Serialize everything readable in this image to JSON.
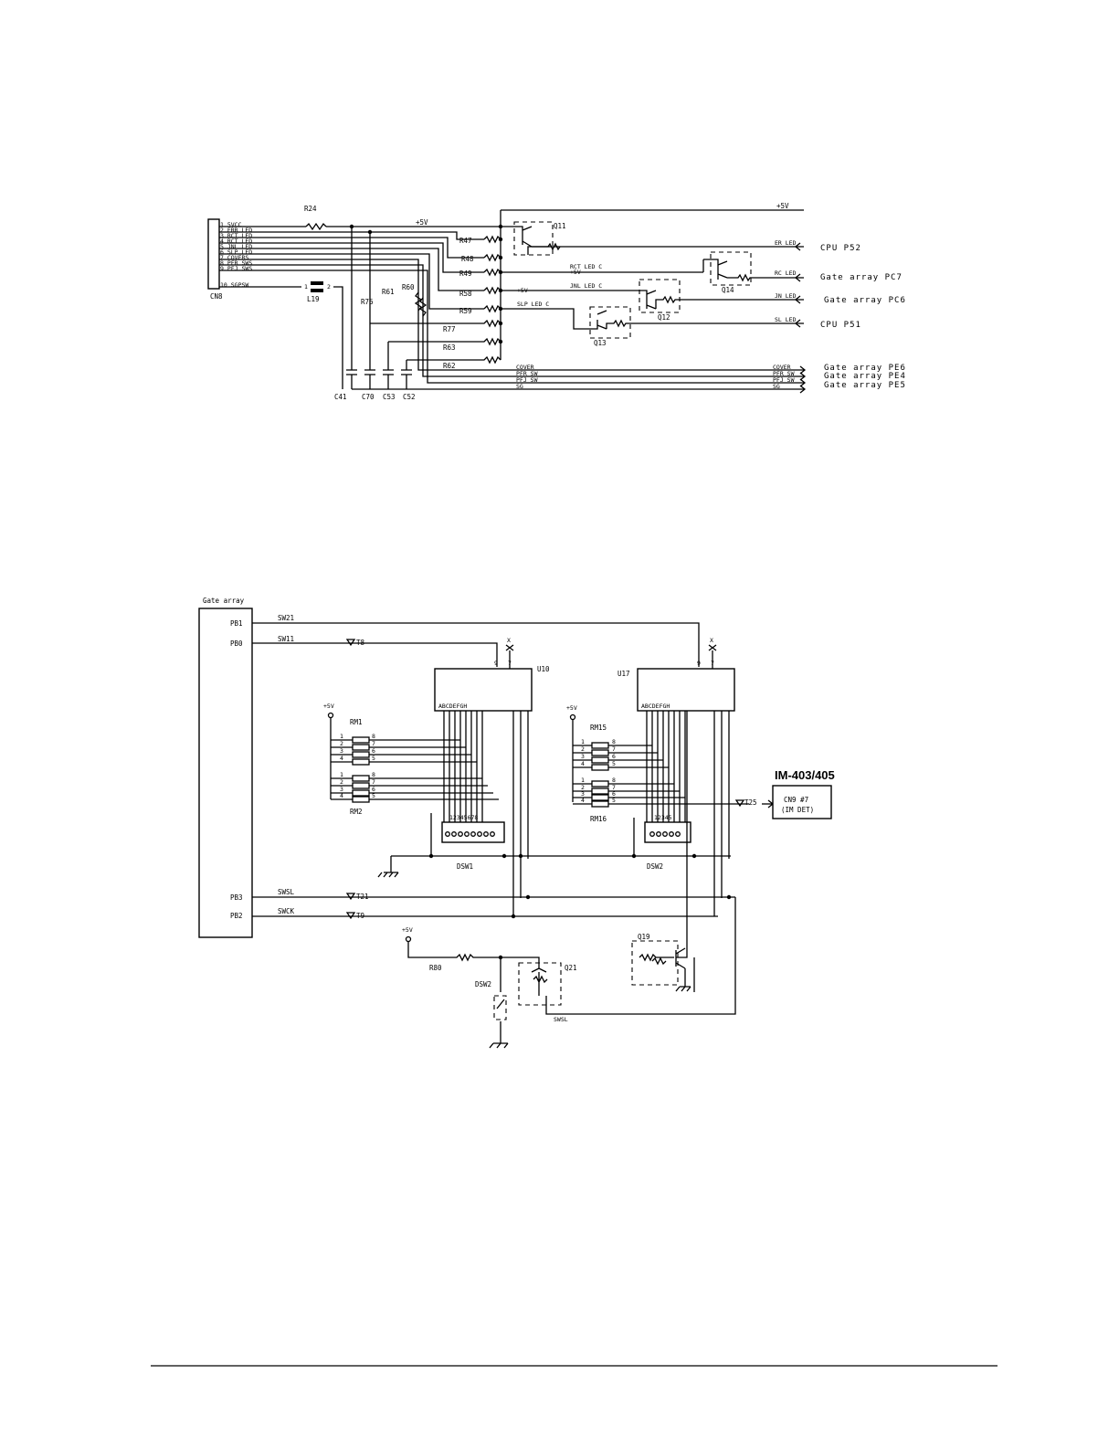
{
  "diagram1": {
    "connector": {
      "name": "CN8",
      "pins": [
        "1 5VCC",
        "2 ERR LED",
        "3 RCT LED",
        "4 RCT LED",
        "5 JNL LED",
        "6 SLP LED",
        "7 COVERS",
        "8 PFR SWS",
        "9 PFJ SWS",
        "10 SGPSW"
      ]
    },
    "inductor": "L19",
    "inductor_pins": [
      "1",
      "2"
    ],
    "resistors": [
      "R24",
      "R76",
      "R61",
      "R60",
      "R47",
      "R48",
      "R49",
      "R58",
      "R59",
      "R77",
      "R63",
      "R62"
    ],
    "capacitors": [
      "C41",
      "C70",
      "C53",
      "C52"
    ],
    "transistors": [
      "Q11",
      "Q12",
      "Q13",
      "Q14"
    ],
    "supply_labels": [
      "+5V",
      "+5V",
      "+5V",
      "+5V"
    ],
    "nets": [
      "ER LED",
      "RC LED",
      "JN LED",
      "SL LED",
      "RCT LED C",
      "JNL LED C",
      "SLP LED C",
      "COVER",
      "PFR SW",
      "PFJ SW",
      "SG"
    ],
    "right_nets": [
      "COVER",
      "PFR SW",
      "PFJ SW",
      "SG"
    ],
    "destinations": [
      "CPU P52",
      "Gate array PC7",
      "Gate array PC6",
      "CPU P51",
      "Gate array PE6",
      "Gate array PE4",
      "Gate array PE5"
    ]
  },
  "diagram2": {
    "gate_array_title": "Gate array",
    "ports": [
      "PB1",
      "PB0",
      "PB3",
      "PB2"
    ],
    "signals": [
      "SW21",
      "SW11",
      "SWSL",
      "SWCK",
      "SWSL"
    ],
    "test_points": [
      "T8",
      "T21",
      "T9",
      "T25"
    ],
    "ics": [
      "U10",
      "U17"
    ],
    "ic_pin_labels": [
      "9",
      "7",
      "X"
    ],
    "resistor_networks": [
      "RM1",
      "RM2",
      "RM15",
      "RM16"
    ],
    "rm_pins": [
      "1",
      "2",
      "3",
      "4",
      "8",
      "7",
      "6",
      "5"
    ],
    "dip_switches": [
      "DSW1",
      "DSW2",
      "DSW2"
    ],
    "dsw1_nums": "12345678",
    "dsw2_nums": "12345",
    "q_labels": [
      "Q19",
      "Q21"
    ],
    "r80": "R80",
    "supply": "+5V",
    "ic_inputs": "ABCDEFGH",
    "im_box": {
      "title": "IM-403/405",
      "line1": "CN9 #7",
      "line2": "(IM DET)"
    }
  }
}
